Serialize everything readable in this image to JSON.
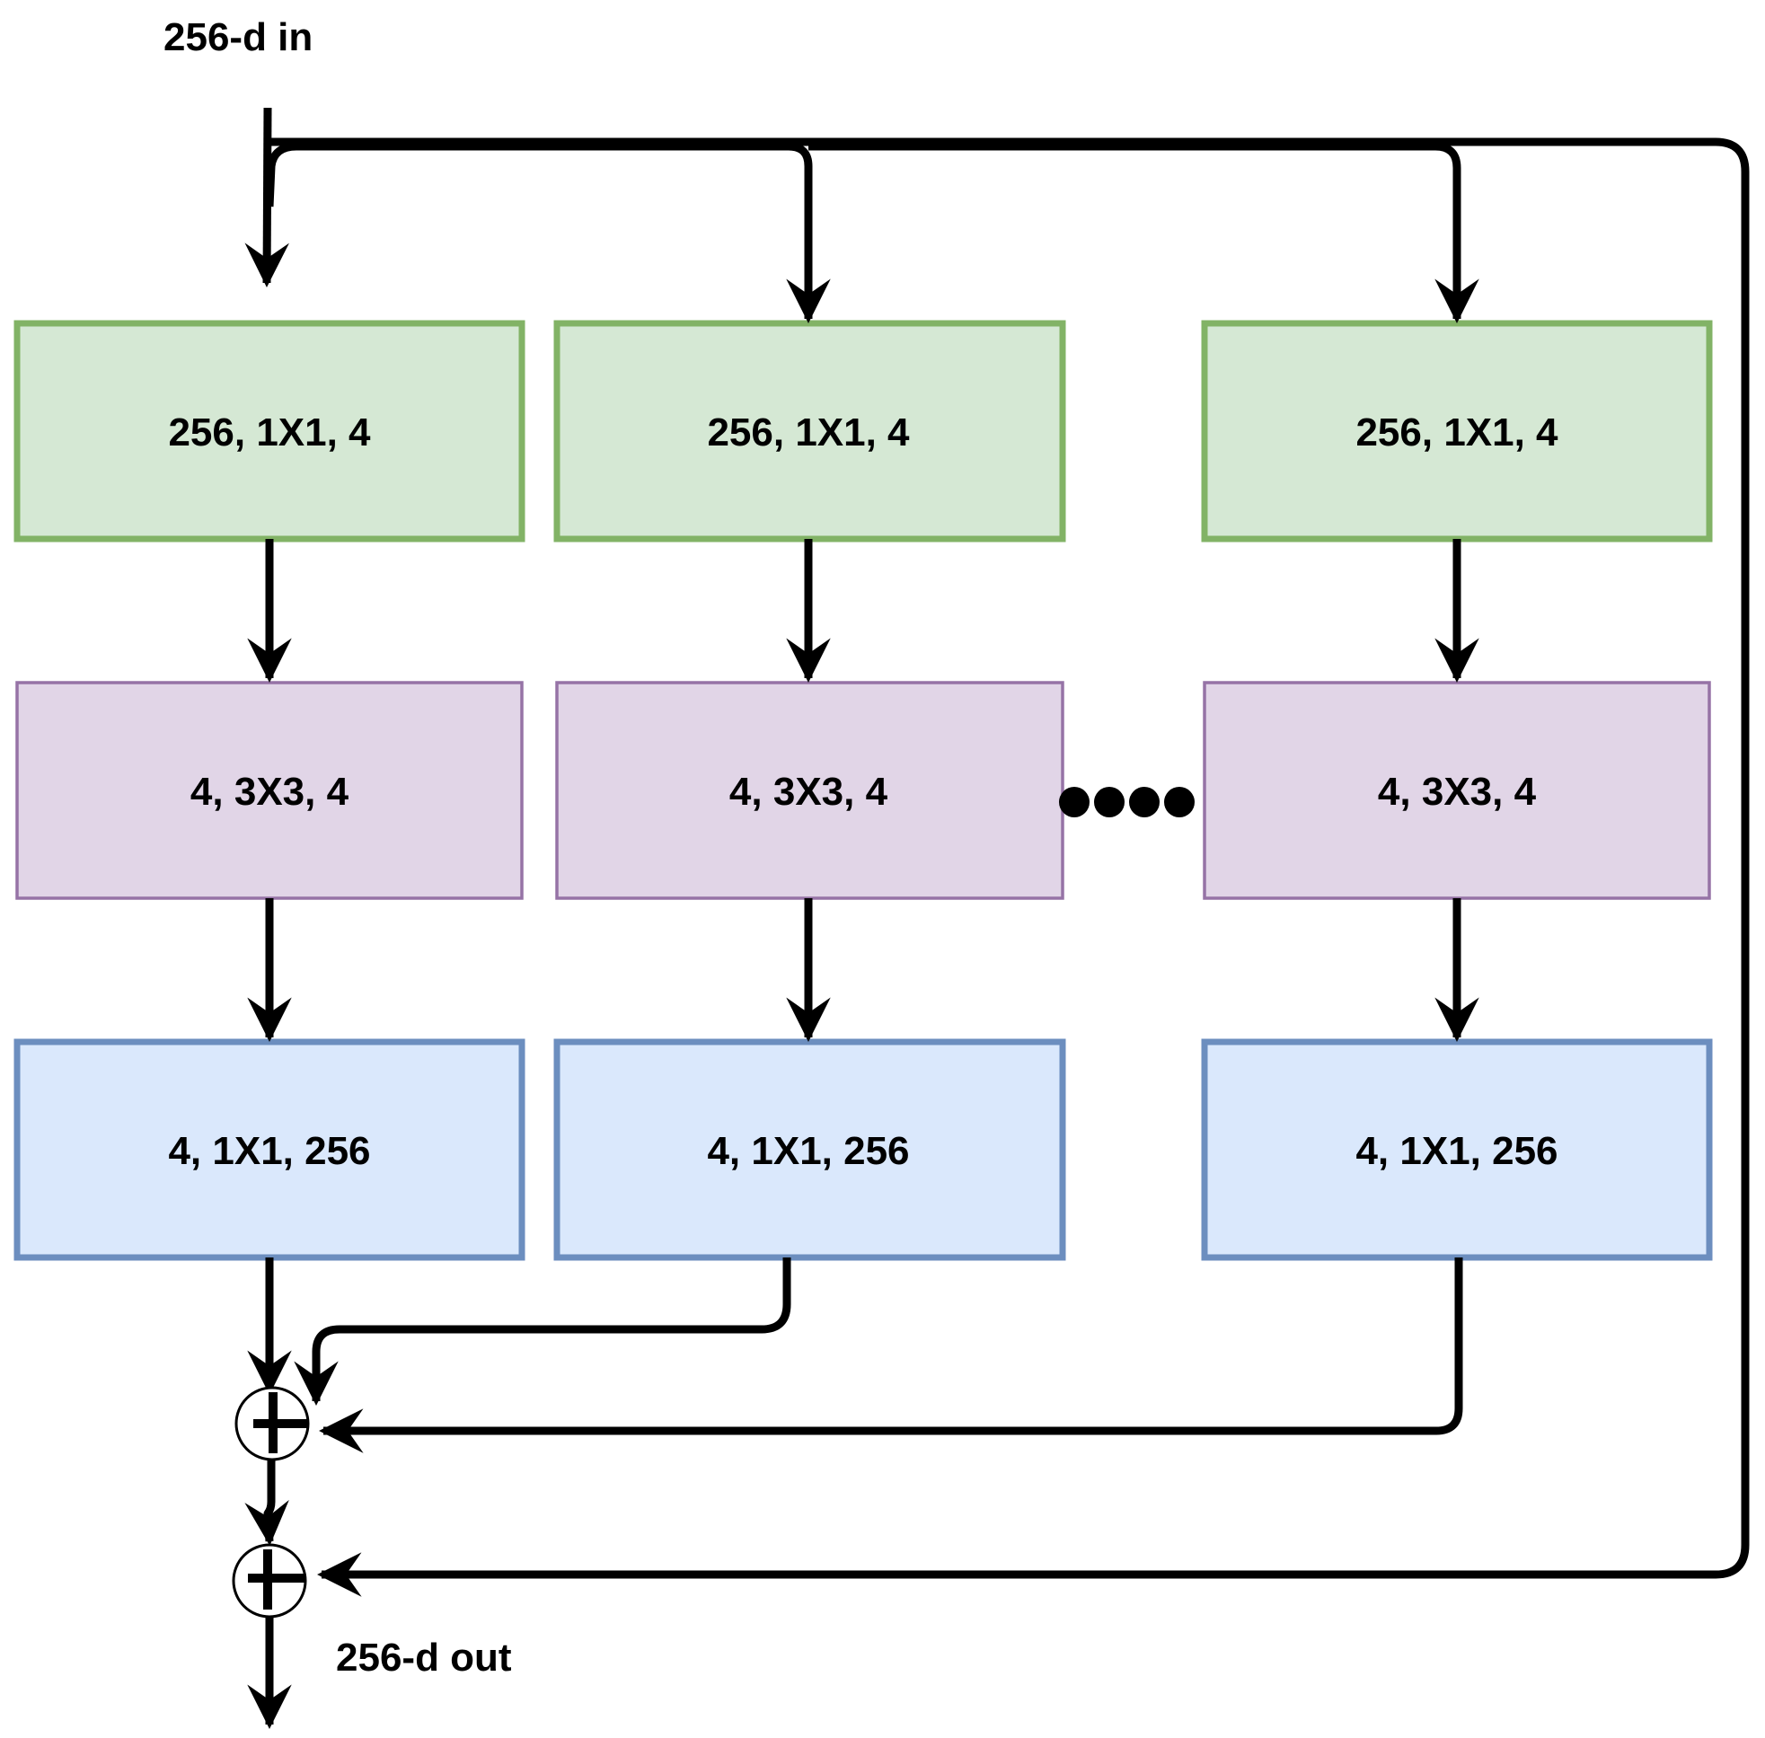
{
  "input_label": "256-d in",
  "output_label": "256-d out",
  "colors": {
    "conv1_fill": "#d5e8d4",
    "conv1_stroke": "#82b366",
    "conv3_fill": "#e1d5e7",
    "conv3_stroke": "#9673a6",
    "conv1b_fill": "#dae8fc",
    "conv1b_stroke": "#6c8ebf"
  },
  "paths": [
    {
      "layers": [
        {
          "label": "256, 1X1, 4"
        },
        {
          "label": "4, 3X3, 4"
        },
        {
          "label": "4, 1X1, 256"
        }
      ]
    },
    {
      "layers": [
        {
          "label": "256, 1X1, 4"
        },
        {
          "label": "4, 3X3, 4"
        },
        {
          "label": "4, 1X1, 256"
        }
      ]
    },
    {
      "layers": [
        {
          "label": "256, 1X1, 4"
        },
        {
          "label": "4, 3X3, 4"
        },
        {
          "label": "4, 1X1, 256"
        }
      ]
    }
  ],
  "sum_nodes": [
    "aggregate-sum",
    "residual-sum"
  ]
}
